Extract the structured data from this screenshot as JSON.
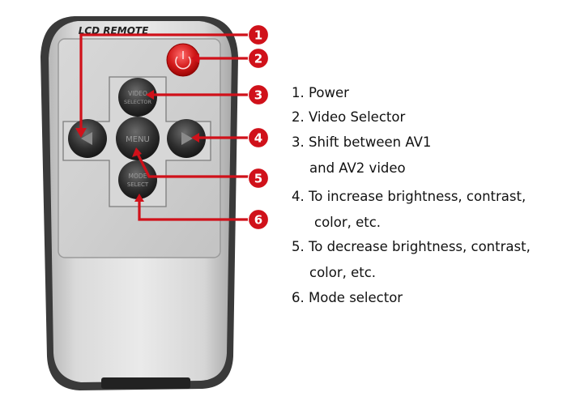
{
  "remote": {
    "brand_label": "LCD REMOTE",
    "power_icon": "power-icon",
    "buttons": {
      "video_selector": [
        "VIDEO",
        "SELECTOR"
      ],
      "menu": "MENU",
      "mode_selector": [
        "MODE",
        "SELECT"
      ],
      "left_icon": "triangle-left-icon",
      "right_icon": "triangle-right-icon"
    }
  },
  "callouts": {
    "color": "#d0111a",
    "numbers": [
      "1",
      "2",
      "3",
      "4",
      "5",
      "6"
    ]
  },
  "legend": [
    {
      "line1": "1. Power",
      "line2": ""
    },
    {
      "line1": "2. Video Selector",
      "line2": ""
    },
    {
      "line1": "3. Shift between AV1",
      "line2": "and AV2 video"
    },
    {
      "line1": "4. To increase brightness, contrast,",
      "line2": "color, etc."
    },
    {
      "line1": "5. To decrease brightness, contrast,",
      "line2": "color, etc."
    },
    {
      "line1": "6. Mode selector",
      "line2": ""
    }
  ]
}
